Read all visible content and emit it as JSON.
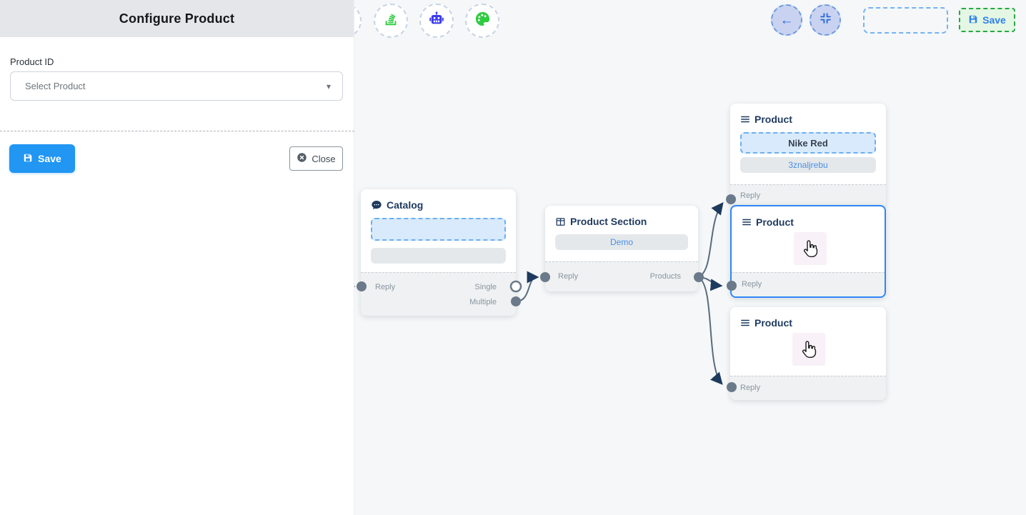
{
  "panel": {
    "title": "Configure Product",
    "field_label": "Product ID",
    "select_placeholder": "Select Product",
    "select_caret": "▾",
    "save_label": "Save",
    "close_label": "Close"
  },
  "topbar": {
    "back_glyph": "←",
    "save_label": "Save",
    "icons": [
      "stack-icon",
      "robot-icon",
      "palette-icon",
      "back-arrow-icon",
      "compress-icon"
    ]
  },
  "nodes": {
    "catalog": {
      "title": "Catalog",
      "reply": "Reply",
      "single": "Single",
      "multiple": "Multiple"
    },
    "product_section": {
      "title": "Product Section",
      "body": "Demo",
      "reply": "Reply",
      "products": "Products"
    },
    "product1": {
      "title": "Product",
      "field1": "Nike Red",
      "field2": "3znaljrebu",
      "reply": "Reply"
    },
    "product2": {
      "title": "Product",
      "reply": "Reply"
    },
    "product3": {
      "title": "Product",
      "reply": "Reply"
    }
  },
  "colors": {
    "accent_blue": "#2196f3",
    "selection_blue": "#2e86f5",
    "link_blue": "#4a90e2",
    "title_navy": "#1e3a5f",
    "edge_gray": "#5a6b7d",
    "arrow_navy": "#1d3a5e",
    "handle_gray": "#6b7a8a",
    "green": "#2ecc40",
    "robot_indigo": "#3b3bf0",
    "save_green_border": "#28a745",
    "save_green_bg": "#e4f6e4",
    "panel_header_bg": "#e4e6e9",
    "canvas_bg": "#f5f7f8"
  }
}
